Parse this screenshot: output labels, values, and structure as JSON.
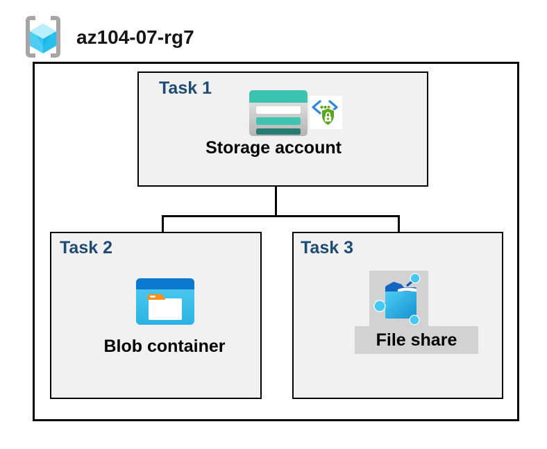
{
  "header": {
    "resource_group_name": "az104-07-rg7",
    "resource_group_icon": "azure-resource-group-icon"
  },
  "tasks": [
    {
      "label": "Task 1",
      "resource": "Storage account",
      "icons": [
        "storage-account-icon",
        "shared-access-signature-icon"
      ]
    },
    {
      "label": "Task 2",
      "resource": "Blob container",
      "icons": [
        "blob-container-icon"
      ]
    },
    {
      "label": "Task 3",
      "resource": "File share",
      "icons": [
        "file-share-icon"
      ]
    }
  ],
  "connections": [
    {
      "from": "Storage account",
      "to": "Blob container"
    },
    {
      "from": "Storage account",
      "to": "File share"
    }
  ],
  "colors": {
    "task_label_blue": "#1d4b73",
    "task_box_fill": "#f1f1f1",
    "box_border": "#000000",
    "storage_teal": "#3cc3b0",
    "storage_teal_dark": "#257d72",
    "blob_header_blue": "#0b79d0",
    "blob_body_cyan": "#3fc3ee",
    "folder_tab_orange": "#f5911e",
    "file_share_navy": "#0d5aa8",
    "file_share_cyan": "#3ec6f1",
    "highlight_gray": "#d2d2d2",
    "shield_green": "#5aa71e",
    "chevron_blue": "#2e86dd",
    "resource_group_cyan": "#4fcdf3",
    "bracket_gray": "#a6a6a6"
  }
}
